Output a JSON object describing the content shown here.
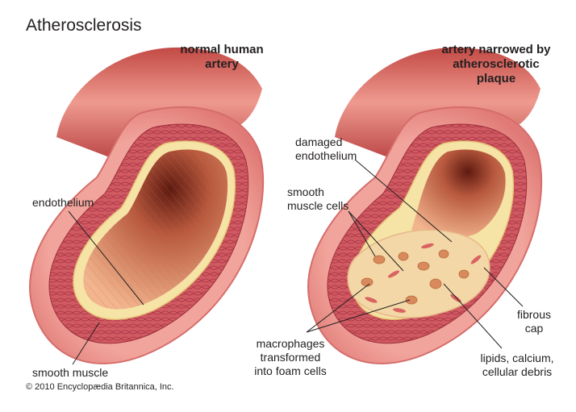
{
  "title": "Atherosclerosis",
  "copyright": "© 2010 Encyclopædia Britannica, Inc.",
  "panels": {
    "normal": {
      "heading": [
        "normal human",
        "artery"
      ],
      "labels": {
        "endothelium": "endothelium",
        "smooth_muscle": "smooth muscle"
      }
    },
    "narrowed": {
      "heading": [
        "artery narrowed by",
        "atherosclerotic",
        "plaque"
      ],
      "labels": {
        "damaged_endothelium": [
          "damaged",
          "endothelium"
        ],
        "smooth_muscle_cells": [
          "smooth",
          "muscle cells"
        ],
        "macrophages": [
          "macrophages",
          "transformed",
          "into foam cells"
        ],
        "fibrous_cap": [
          "fibrous",
          "cap"
        ],
        "lipids": [
          "lipids, calcium,",
          "cellular debris"
        ]
      }
    }
  },
  "colors": {
    "outer_wall": "#e6807c",
    "wall_dark": "#b83a3e",
    "muscle_layer": "#c44a55",
    "endothelium": "#f6e3a6",
    "lumen": "#d9876a",
    "lumen_dark": "#7a2a1a",
    "plaque": "#f3d7a6",
    "leader_line": "#231f20"
  }
}
